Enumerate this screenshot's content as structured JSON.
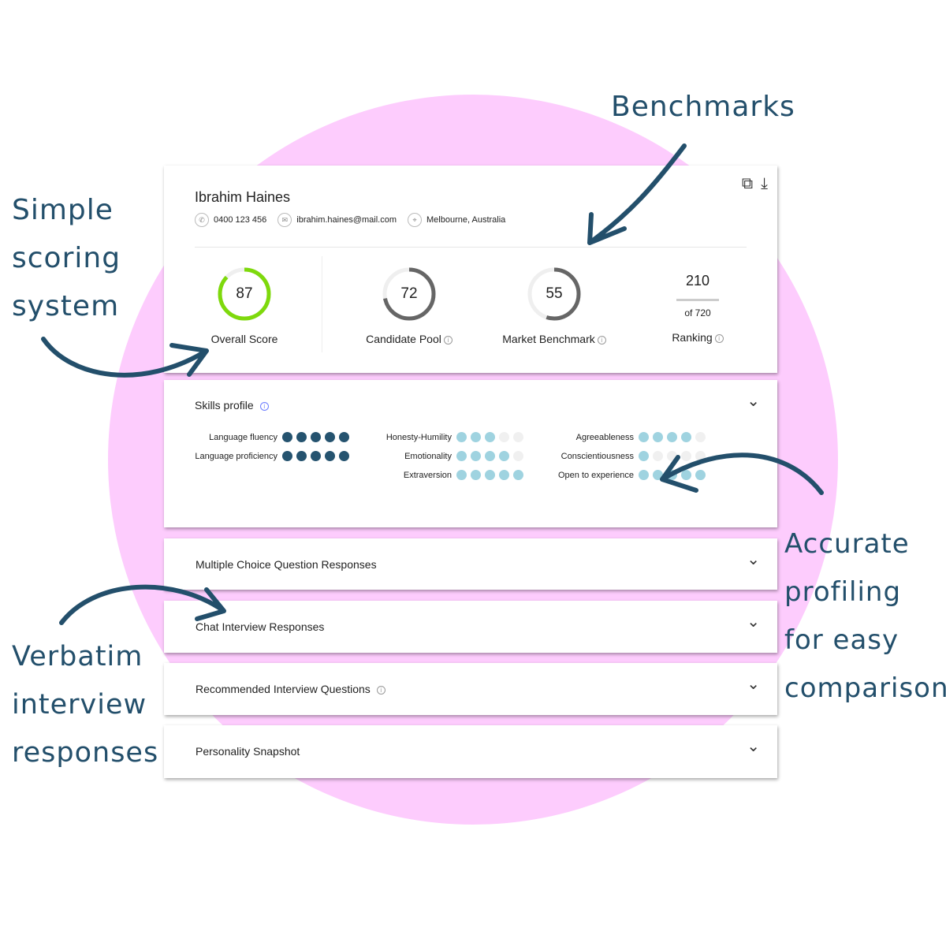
{
  "annotations": {
    "benchmarks": "Benchmarks",
    "simple": [
      "Simple",
      "scoring",
      "system"
    ],
    "accurate": [
      "Accurate",
      "profiling",
      "for easy",
      "comparison"
    ],
    "verbatim": [
      "Verbatim",
      "interview",
      "responses"
    ]
  },
  "candidate": {
    "name": "Ibrahim Haines",
    "phone": "0400 123 456",
    "email": "ibrahim.haines@mail.com",
    "location": "Melbourne, Australia"
  },
  "metrics": {
    "overall": {
      "value": "87",
      "label": "Overall Score",
      "percent": 87,
      "color": "#7ed90c"
    },
    "pool": {
      "value": "72",
      "label": "Candidate Pool",
      "percent": 72,
      "color": "#666666"
    },
    "market": {
      "value": "55",
      "label": "Market Benchmark",
      "percent": 55,
      "color": "#666666"
    },
    "ranking": {
      "value": "210",
      "of": "of 720",
      "label": "Ranking"
    }
  },
  "skills": {
    "title": "Skills profile",
    "items": [
      {
        "label": "Language fluency",
        "score": 5,
        "col": 0,
        "row": 0
      },
      {
        "label": "Language proficiency",
        "score": 5,
        "col": 0,
        "row": 1
      },
      {
        "label": "Honesty-Humility",
        "score": 3,
        "col": 1,
        "row": 0
      },
      {
        "label": "Emotionality",
        "score": 4,
        "col": 1,
        "row": 1
      },
      {
        "label": "Extraversion",
        "score": 5,
        "col": 1,
        "row": 2
      },
      {
        "label": "Agreeableness",
        "score": 4,
        "col": 2,
        "row": 0
      },
      {
        "label": "Conscientiousness",
        "score": 1,
        "col": 2,
        "row": 1
      },
      {
        "label": "Open to experience",
        "score": 5,
        "col": 2,
        "row": 2
      }
    ],
    "colors": {
      "dark": "#25536f",
      "light": "#9fd3e0",
      "empty": "#f0f0f0"
    }
  },
  "sections": [
    "Multiple Choice Question Responses",
    "Chat Interview Responses",
    "Recommended Interview Questions",
    "Personality Snapshot"
  ]
}
